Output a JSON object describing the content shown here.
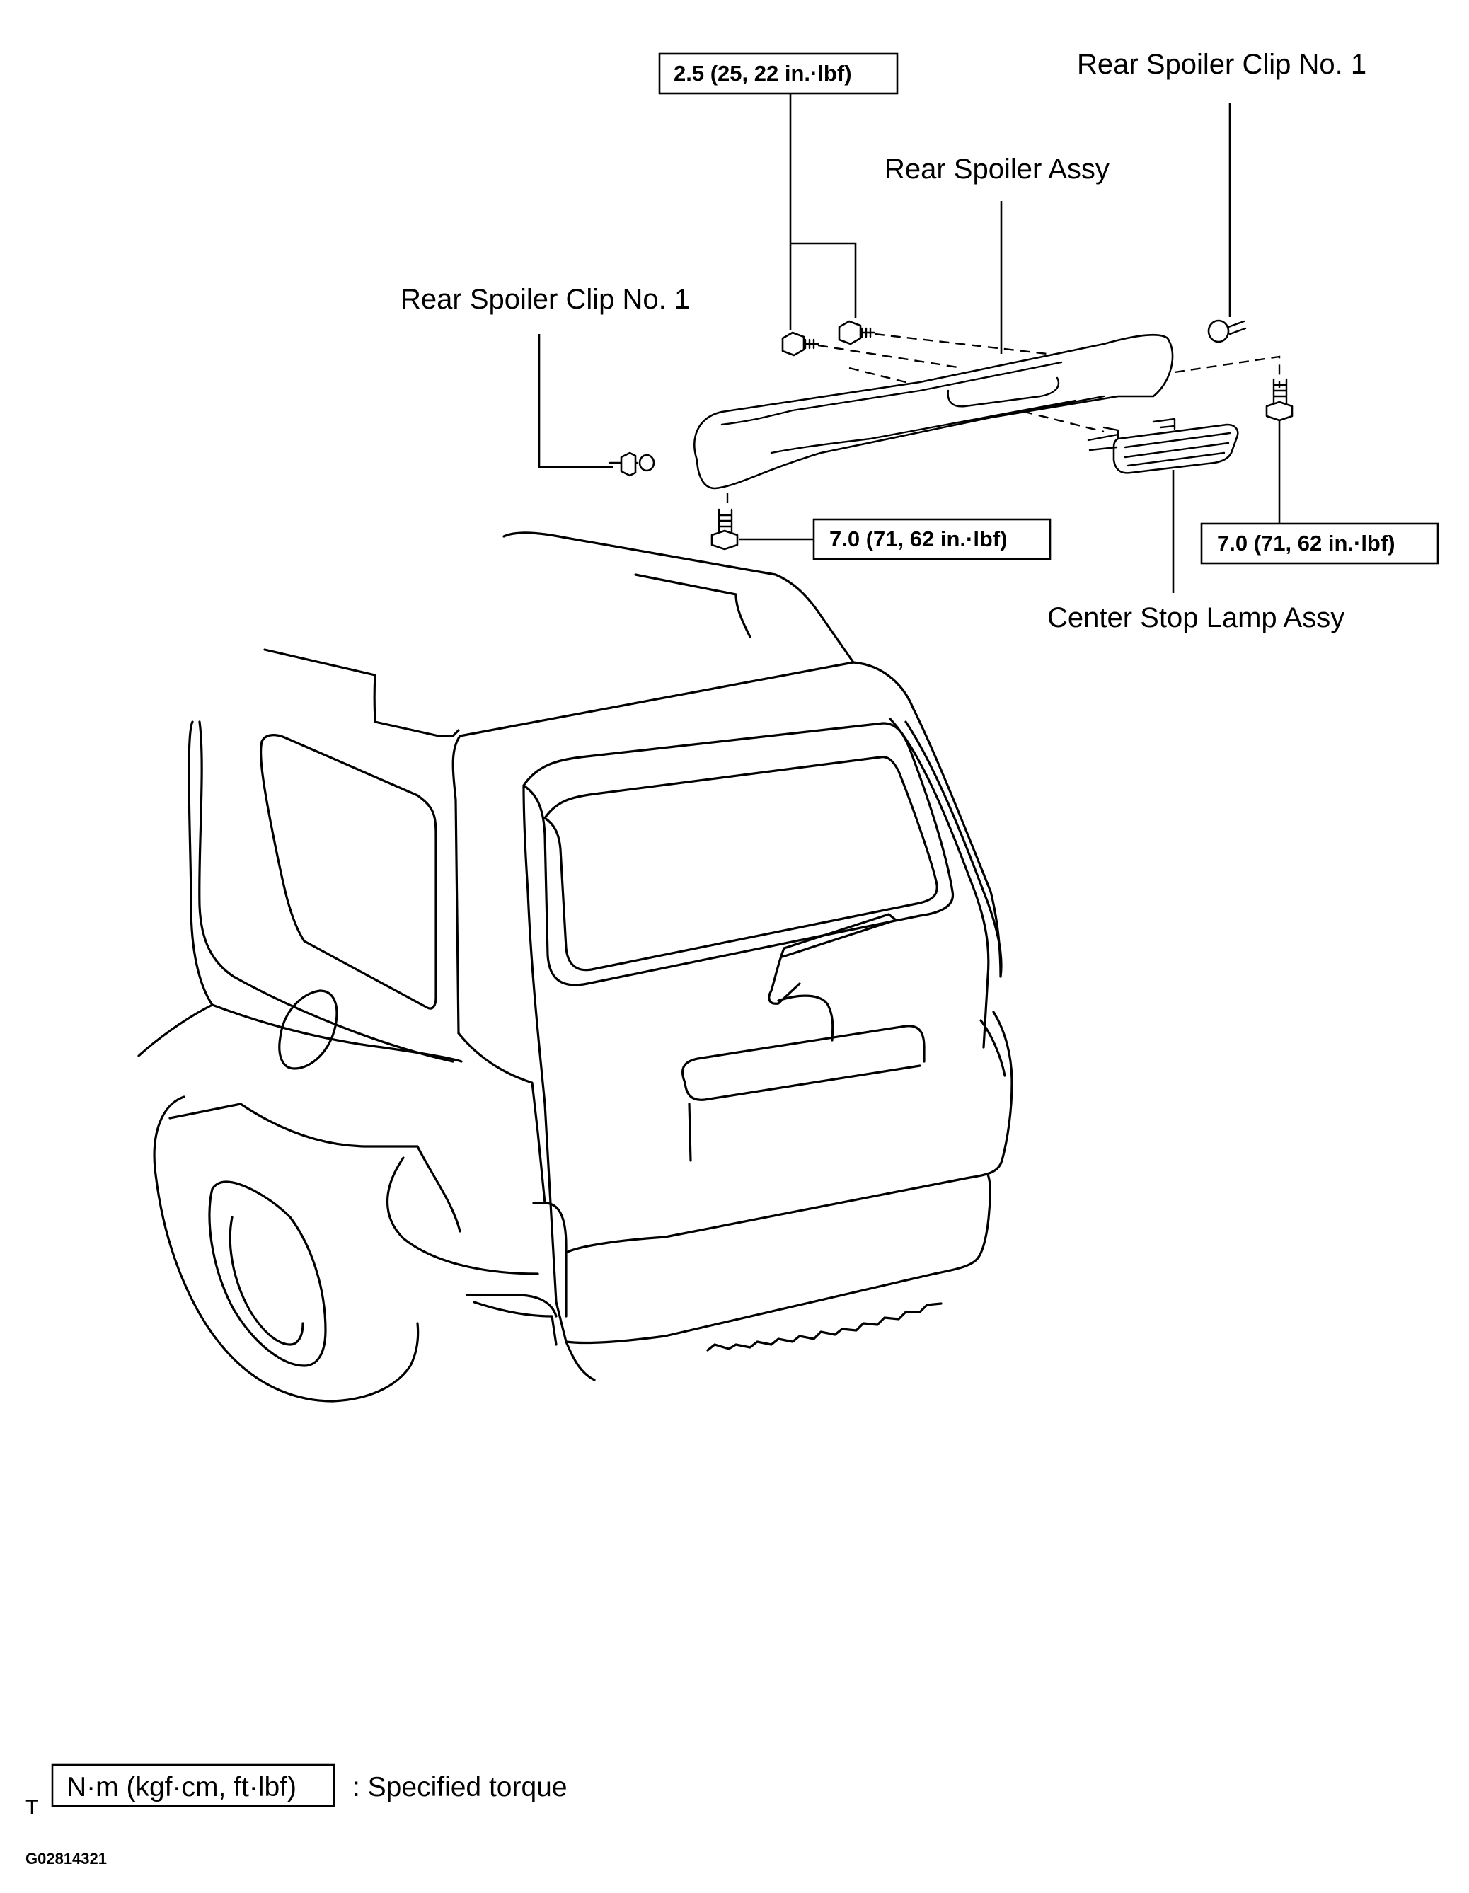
{
  "labels": {
    "torque_top": "2.5 (25, 22 in.·lbf)",
    "clip_right": "Rear Spoiler Clip No. 1",
    "spoiler_assy": "Rear Spoiler Assy",
    "clip_left": "Rear Spoiler Clip No. 1",
    "torque_left": "7.0 (71, 62 in.·lbf)",
    "torque_right": "7.0 (71, 62 in.·lbf)",
    "lamp_assy": "Center Stop Lamp Assy"
  },
  "legend": {
    "prefix": "T",
    "unit_box": "N·m (kgf·cm, ft·lbf)",
    "description": ": Specified torque"
  },
  "figure_code": "G02814321"
}
